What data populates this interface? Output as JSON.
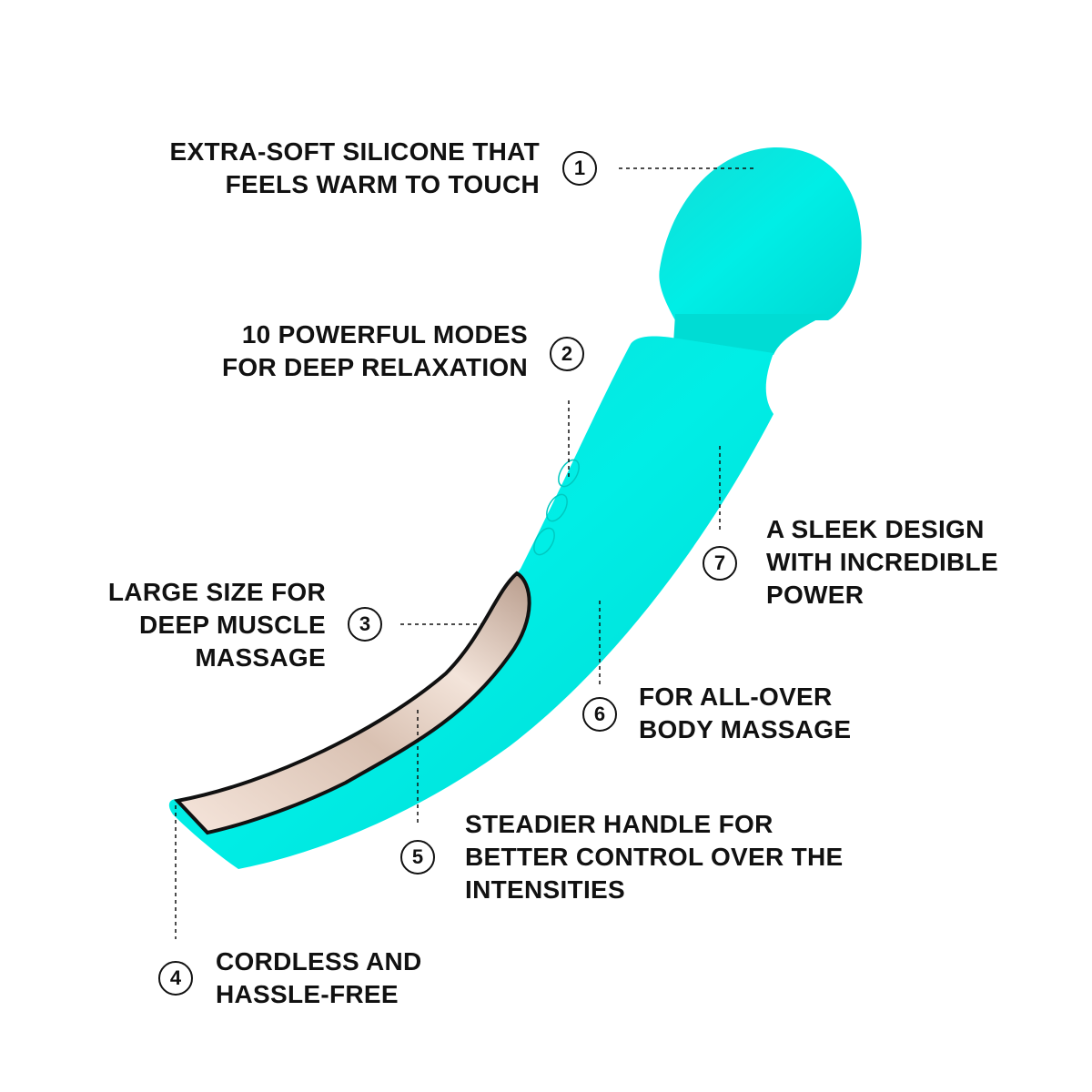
{
  "colors": {
    "silicone": "#00e8e0",
    "metal": "#e2cbbd",
    "text": "#111111"
  },
  "callouts": [
    {
      "number": "1",
      "lines": [
        "EXTRA-SOFT SILICONE THAT",
        "FEELS WARM TO TOUCH"
      ]
    },
    {
      "number": "2",
      "lines": [
        "10 POWERFUL MODES",
        "FOR DEEP RELAXATION"
      ]
    },
    {
      "number": "3",
      "lines": [
        "LARGE SIZE FOR",
        "DEEP MUSCLE",
        "MASSAGE"
      ]
    },
    {
      "number": "4",
      "lines": [
        "CORDLESS AND",
        "HASSLE-FREE"
      ]
    },
    {
      "number": "5",
      "lines": [
        "STEADIER HANDLE FOR",
        "BETTER CONTROL OVER THE",
        "INTENSITIES"
      ]
    },
    {
      "number": "6",
      "lines": [
        "FOR ALL-OVER",
        "BODY MASSAGE"
      ]
    },
    {
      "number": "7",
      "lines": [
        "A SLEEK DESIGN",
        "WITH INCREDIBLE",
        "POWER"
      ]
    }
  ]
}
